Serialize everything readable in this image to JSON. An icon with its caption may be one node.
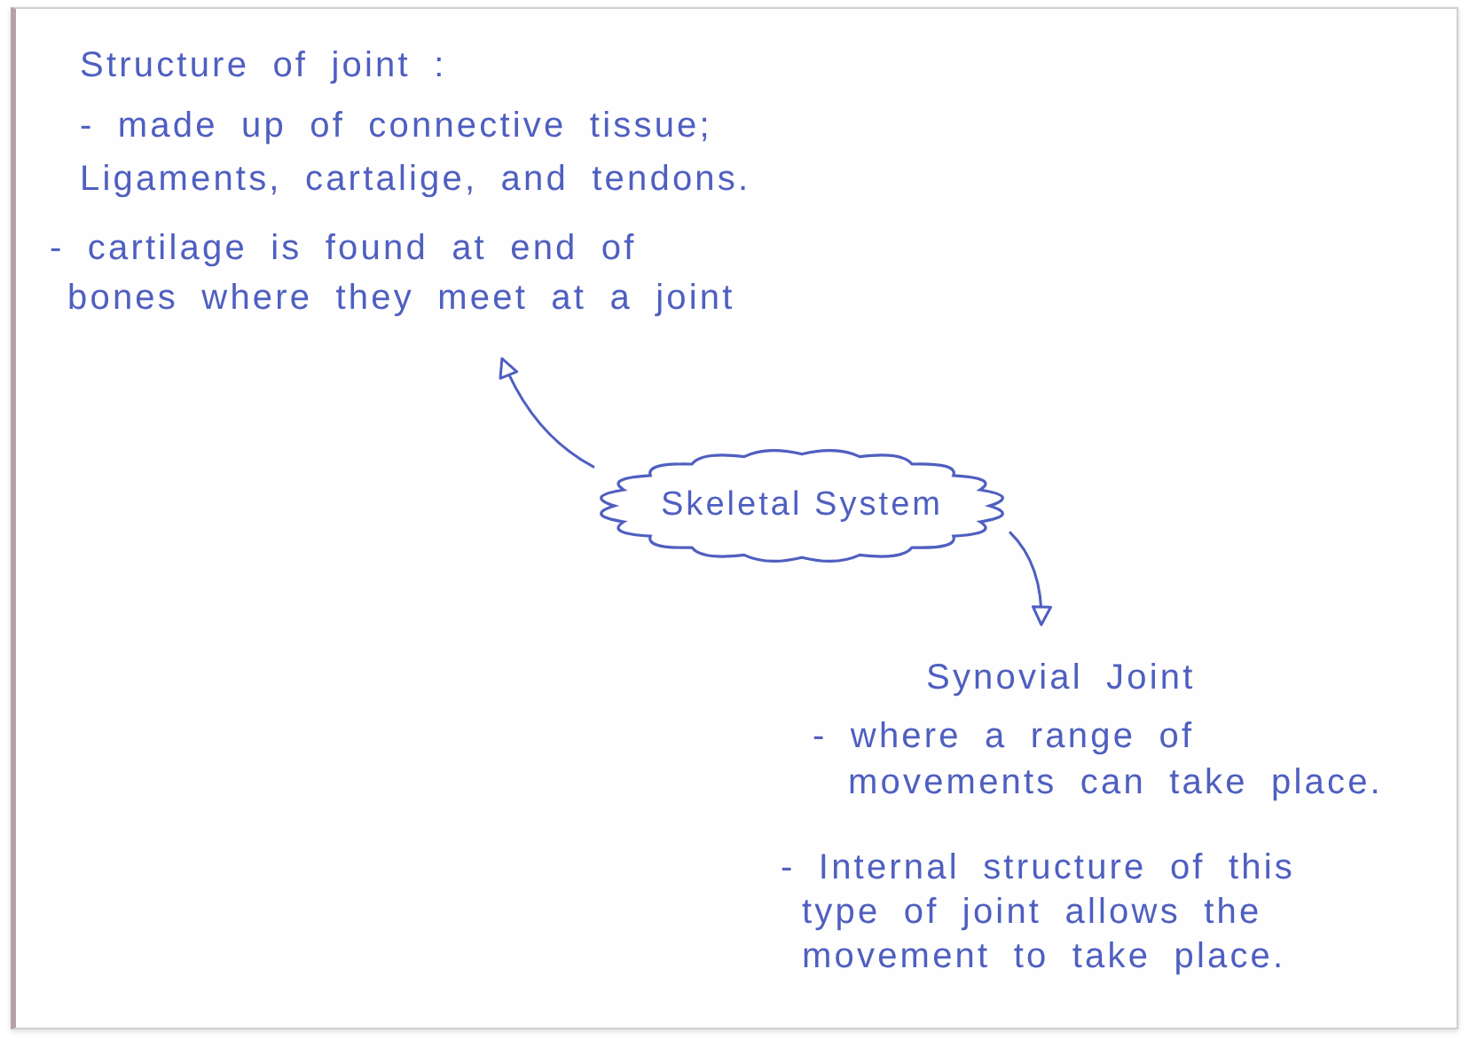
{
  "diagram": {
    "nodes": [
      {
        "text": [
          "Structure of joint :",
          "- made up of connective tissue; Ligaments, cartalige, and tendons.",
          "- cartilage is found at end of bones where they meet at a joint"
        ]
      },
      {
        "text": [
          "Skeletal System"
        ]
      },
      {
        "text": [
          "Synovial Joint",
          "- where a range of movements can take place.",
          "- Internal structure of this type of joint allows the movement to take place."
        ]
      }
    ],
    "edges": [
      {
        "from": 1,
        "to": 0,
        "arrow": "to"
      },
      {
        "from": 1,
        "to": 2,
        "arrow": "to"
      }
    ]
  }
}
